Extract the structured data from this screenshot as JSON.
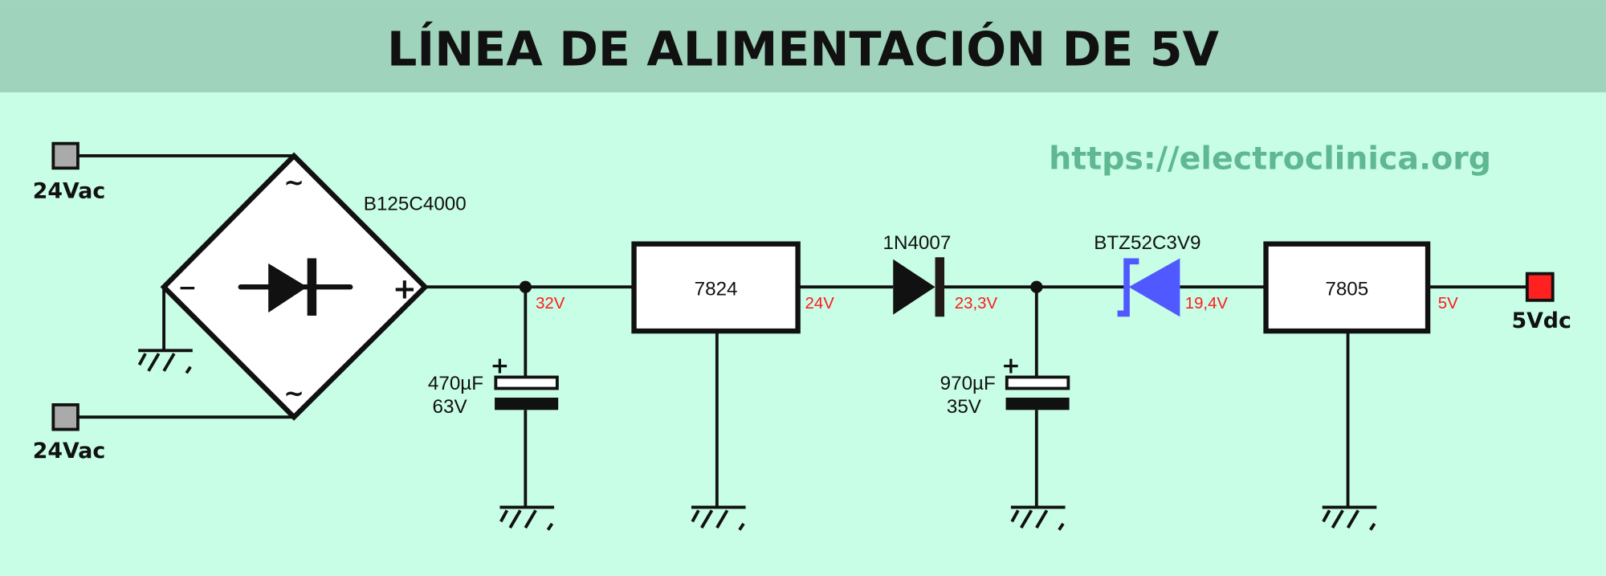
{
  "title": "LÍNEA DE ALIMENTACIÓN DE 5V",
  "url": "https://electroclinica.org",
  "inputs": [
    {
      "label": "24Vac"
    },
    {
      "label": "24Vac"
    }
  ],
  "bridge": {
    "part": "B125C4000",
    "ac_symbol": "~",
    "minus": "−",
    "plus": "+"
  },
  "capacitors": [
    {
      "value": "470µF",
      "voltage": "63V",
      "polarity": "+"
    },
    {
      "value": "970µF",
      "voltage": "35V",
      "polarity": "+"
    }
  ],
  "regulators": [
    {
      "label": "7824"
    },
    {
      "label": "7805"
    }
  ],
  "diode": {
    "part": "1N4007"
  },
  "zener": {
    "part": "BTZ52C3V9",
    "color": "#5059ff"
  },
  "node_voltages": {
    "bridge_out": "32V",
    "reg1_out": "24V",
    "diode_out": "23,3V",
    "zener_out": "19,4V",
    "reg2_out": "5V"
  },
  "output": {
    "label": "5Vdc",
    "color": "#ff2020"
  },
  "colors": {
    "background": "#c8fde6",
    "header": "#9fd3bb",
    "url": "#5fb892",
    "voltage": "#ff1a1a"
  }
}
